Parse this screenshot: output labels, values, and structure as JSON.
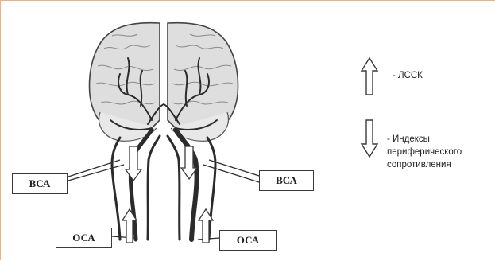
{
  "labels": {
    "vca_left": "ВСА",
    "vca_right": "ВСА",
    "oca_left": "ОСА",
    "oca_right": "ОСА"
  },
  "legend": {
    "up_text": "- ЛССК",
    "down_line1": "- Индексы",
    "down_line2": "периферического",
    "down_line3": "сопротивления"
  },
  "icons": {
    "up": "up-arrow-outline-icon",
    "down": "down-arrow-outline-icon"
  },
  "colors": {
    "frame": "#e7b37e",
    "brain_fill": "#dcdcdc",
    "vessel": "#2b2b2b"
  }
}
